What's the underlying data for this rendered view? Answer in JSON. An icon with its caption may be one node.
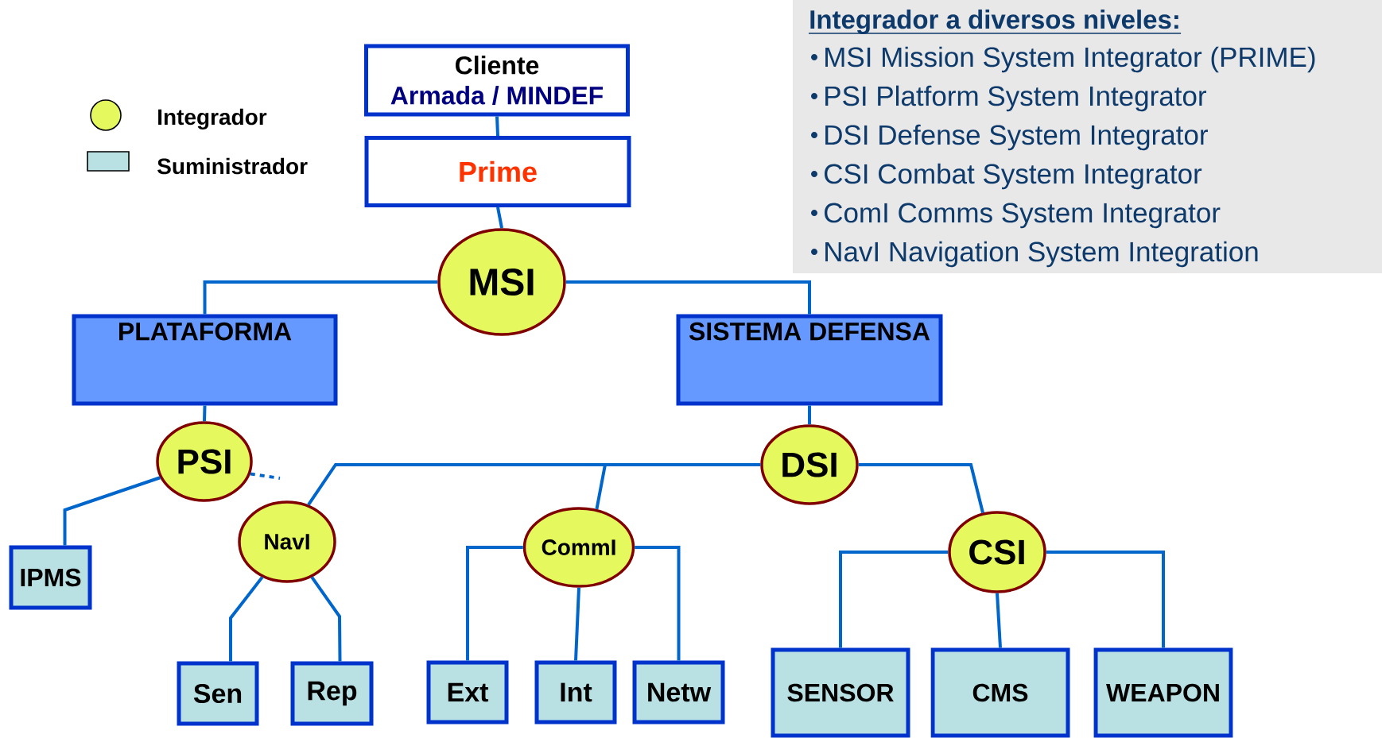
{
  "diagram": {
    "nodes": [
      {
        "text": [
          "Cliente",
          "Armada / MINDEF"
        ]
      },
      {
        "text": [
          "Prime"
        ]
      },
      {
        "text": [
          "MSI"
        ]
      },
      {
        "text": [
          "PLATAFORMA"
        ]
      },
      {
        "text": [
          "SISTEMA DEFENSA"
        ]
      },
      {
        "text": [
          "PSI"
        ]
      },
      {
        "text": [
          "DSI"
        ]
      },
      {
        "text": [
          "IPMS"
        ]
      },
      {
        "text": [
          "NavI"
        ]
      },
      {
        "text": [
          "CommI"
        ]
      },
      {
        "text": [
          "CSI"
        ]
      },
      {
        "text": [
          "Sen"
        ]
      },
      {
        "text": [
          "Rep"
        ]
      },
      {
        "text": [
          "Ext"
        ]
      },
      {
        "text": [
          "Int"
        ]
      },
      {
        "text": [
          "Netw"
        ]
      },
      {
        "text": [
          "SENSOR"
        ]
      },
      {
        "text": [
          "CMS"
        ]
      },
      {
        "text": [
          "WEAPON"
        ]
      }
    ],
    "edges": [
      {
        "from": 0,
        "to": 1,
        "arrow": "none"
      },
      {
        "from": 1,
        "to": 2,
        "arrow": "none"
      },
      {
        "from": 2,
        "to": 3,
        "arrow": "none"
      },
      {
        "from": 2,
        "to": 4,
        "arrow": "none"
      },
      {
        "from": 3,
        "to": 5,
        "arrow": "none"
      },
      {
        "from": 4,
        "to": 6,
        "arrow": "none"
      },
      {
        "from": 5,
        "to": 7,
        "arrow": "none"
      },
      {
        "from": 5,
        "to": null,
        "arrow": "none",
        "style": "dashed"
      },
      {
        "from": 6,
        "to": 8,
        "arrow": "none"
      },
      {
        "from": 6,
        "to": 9,
        "arrow": "none"
      },
      {
        "from": 6,
        "to": 10,
        "arrow": "none"
      },
      {
        "from": 8,
        "to": 11,
        "arrow": "none"
      },
      {
        "from": 8,
        "to": 12,
        "arrow": "none"
      },
      {
        "from": 9,
        "to": 13,
        "arrow": "none"
      },
      {
        "from": 9,
        "to": 14,
        "arrow": "none"
      },
      {
        "from": 9,
        "to": 15,
        "arrow": "none"
      },
      {
        "from": 10,
        "to": 16,
        "arrow": "none"
      },
      {
        "from": 10,
        "to": 17,
        "arrow": "none"
      },
      {
        "from": 10,
        "to": 18,
        "arrow": "none"
      }
    ],
    "labels": [
      "Integrador a diversos niveles:",
      "MSI Mission System Integrator (PRIME)",
      "PSI Platform System Integrator",
      "DSI Defense System Integrator",
      "CSI Combat System Integrator",
      "ComI Comms System Integrator",
      "NavI Navigation System Integration"
    ],
    "legend": [
      {
        "text": "Integrador",
        "color": "#e5f95f"
      },
      {
        "text": "Suministrador",
        "color": "#b9e0e3"
      }
    ]
  }
}
